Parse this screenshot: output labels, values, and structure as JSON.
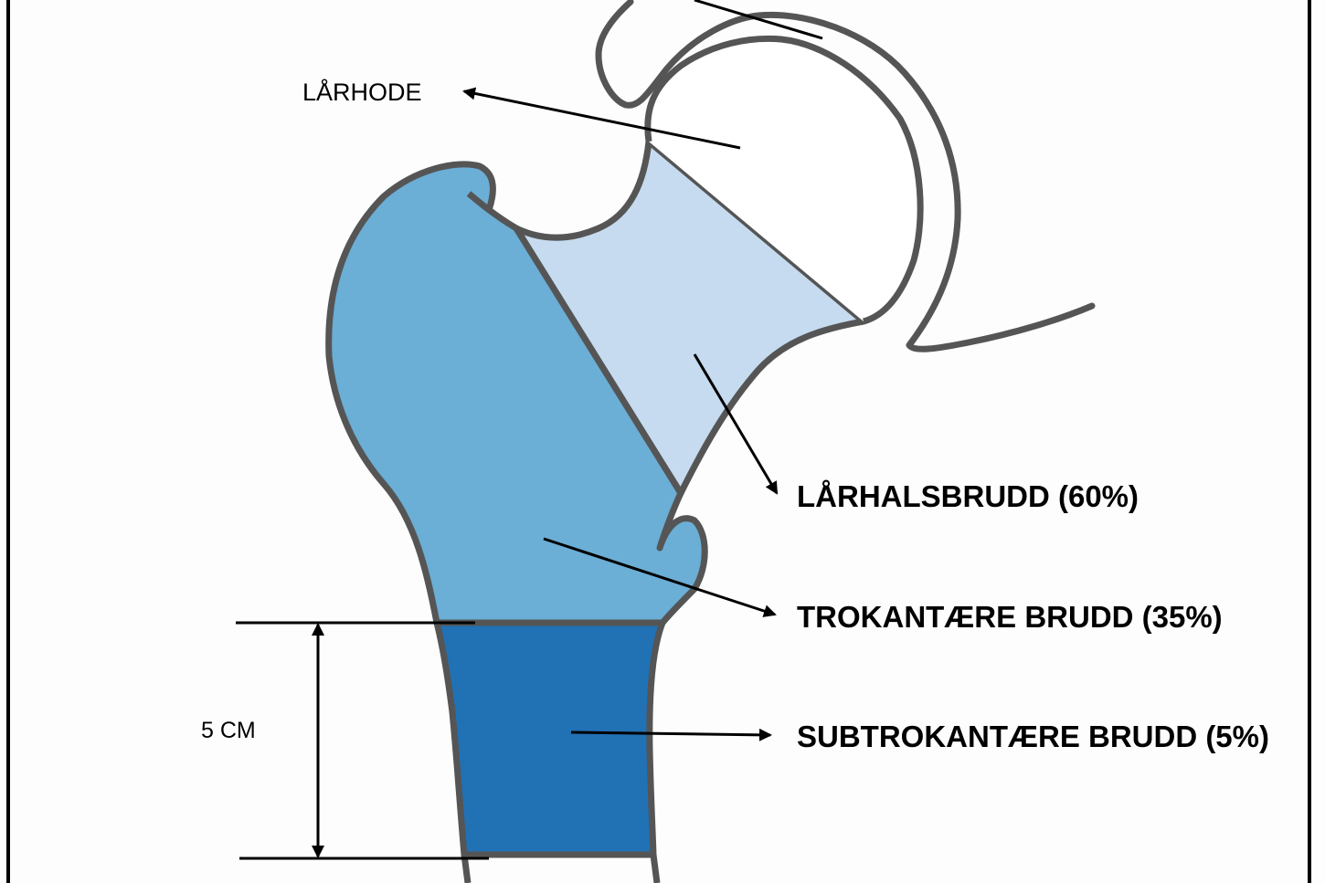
{
  "labels": {
    "head": "LÅRHODE",
    "neck": "LÅRHALSBRUDD (60%)",
    "trochanteric": "TROKANTÆRE BRUDD (35%)",
    "subtrochanteric": "SUBTROKANTÆRE BRUDD (5%)",
    "dimension": "5 CM"
  },
  "colors": {
    "neck_region": "#c6dbef",
    "trochanteric_region": "#6baed6",
    "subtrochanteric_region": "#2171b5",
    "outline": "#555555"
  }
}
